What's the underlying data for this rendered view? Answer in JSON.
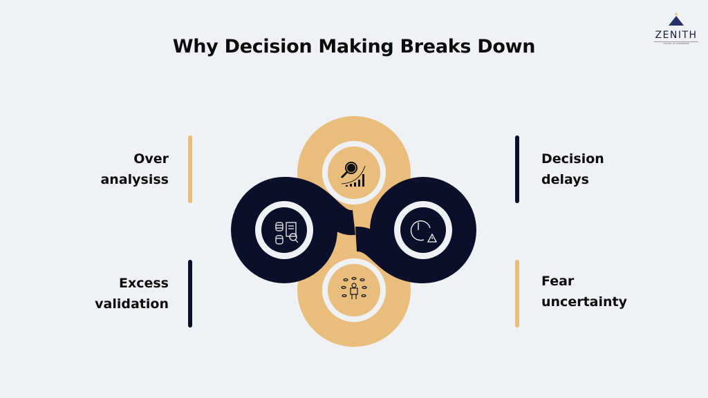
{
  "title": "Why Decision Making Breaks Down",
  "logo": {
    "word": "ZENITH",
    "sub": "SCHOOL OF LEADERSHIP"
  },
  "colors": {
    "navy": "#0b0f2a",
    "gold": "#e9bd7b",
    "background": "#eff1f4"
  },
  "items": [
    {
      "label_line1": "Over",
      "label_line2": "analysiss",
      "icon": "magnifier-chart-icon",
      "color": "gold"
    },
    {
      "label_line1": "Excess",
      "label_line2": "validation",
      "icon": "database-clipboard-icon",
      "color": "navy"
    },
    {
      "label_line1": "Decision",
      "label_line2": "delays",
      "icon": "clock-warning-icon",
      "color": "navy"
    },
    {
      "label_line1": "Fear",
      "label_line2": "uncertainty",
      "icon": "person-surrounded-eyes-icon",
      "color": "gold"
    }
  ]
}
